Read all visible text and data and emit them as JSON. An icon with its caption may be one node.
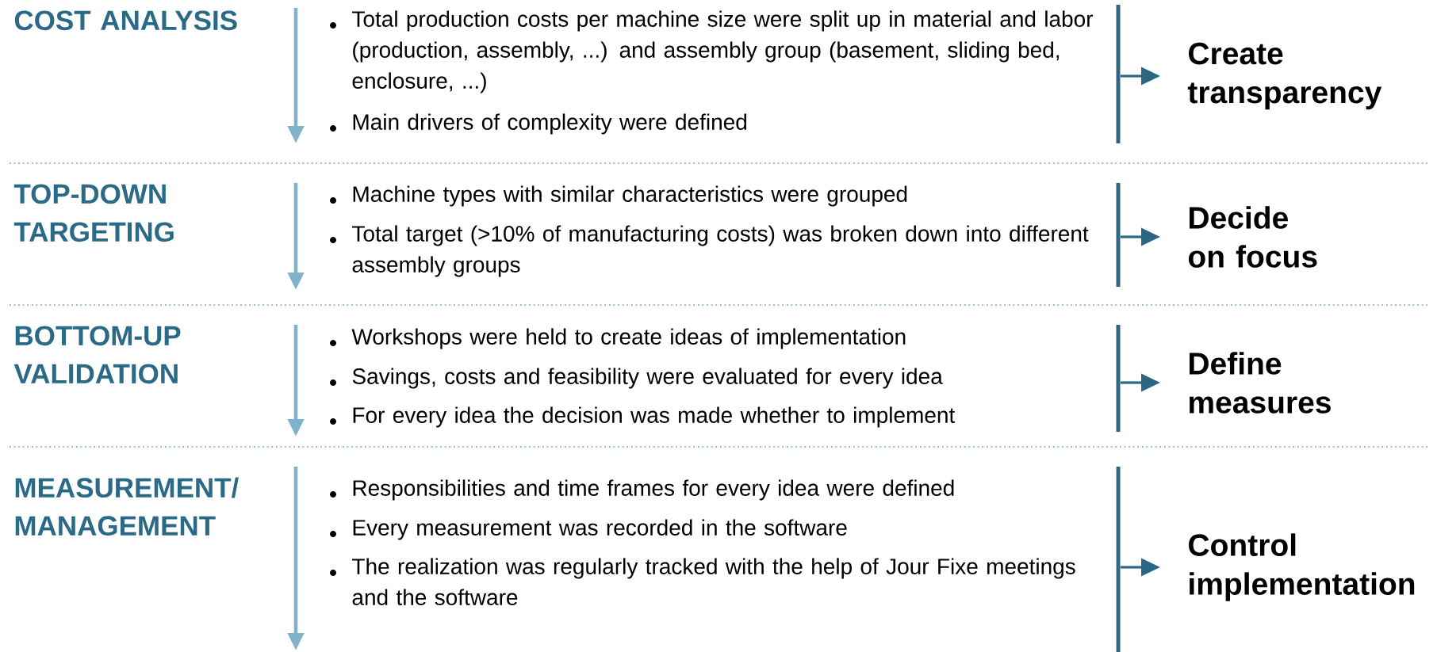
{
  "diagram": {
    "nodes": [
      {
        "text": [],
        "shape": "bar"
      },
      {
        "text": [
          "Create transparency"
        ]
      },
      {
        "text": [],
        "shape": "bar"
      },
      {
        "text": [
          "Decide on focus"
        ]
      },
      {
        "text": [],
        "shape": "bar"
      },
      {
        "text": [
          "Define measures"
        ]
      },
      {
        "text": [],
        "shape": "bar"
      },
      {
        "text": [
          "Control implementation"
        ]
      }
    ],
    "edges": [
      {
        "from": 0,
        "to": 1,
        "arrow": "to"
      },
      {
        "from": 2,
        "to": 3,
        "arrow": "to"
      },
      {
        "from": 4,
        "to": 5,
        "arrow": "to"
      },
      {
        "from": 6,
        "to": 7,
        "arrow": "to"
      }
    ],
    "labels": [
      "COST ANALYSIS",
      "Total production costs per machine size were split up in material and labor (production, assembly, ...) and assembly group (basement, sliding bed, enclosure, ...)",
      "Main drivers of complexity were defined",
      "TOP-DOWN TARGETING",
      "Machine types with similar characteristics were grouped",
      "Total target (>10% of manufacturing costs) was broken down into different assembly groups",
      "BOTTOM-UP VALIDATION",
      "Workshops were held to create ideas of implementation",
      "Savings, costs and feasibility were evaluated for every idea",
      "For every idea the decision was made whether to implement",
      "MEASUREMENT/ MANAGEMENT",
      "Responsibilities and time frames for every idea were defined",
      "Every measurement was recorded in the software",
      "The realization was regularly tracked with the help of Jour Fixe meetings and the software"
    ]
  }
}
